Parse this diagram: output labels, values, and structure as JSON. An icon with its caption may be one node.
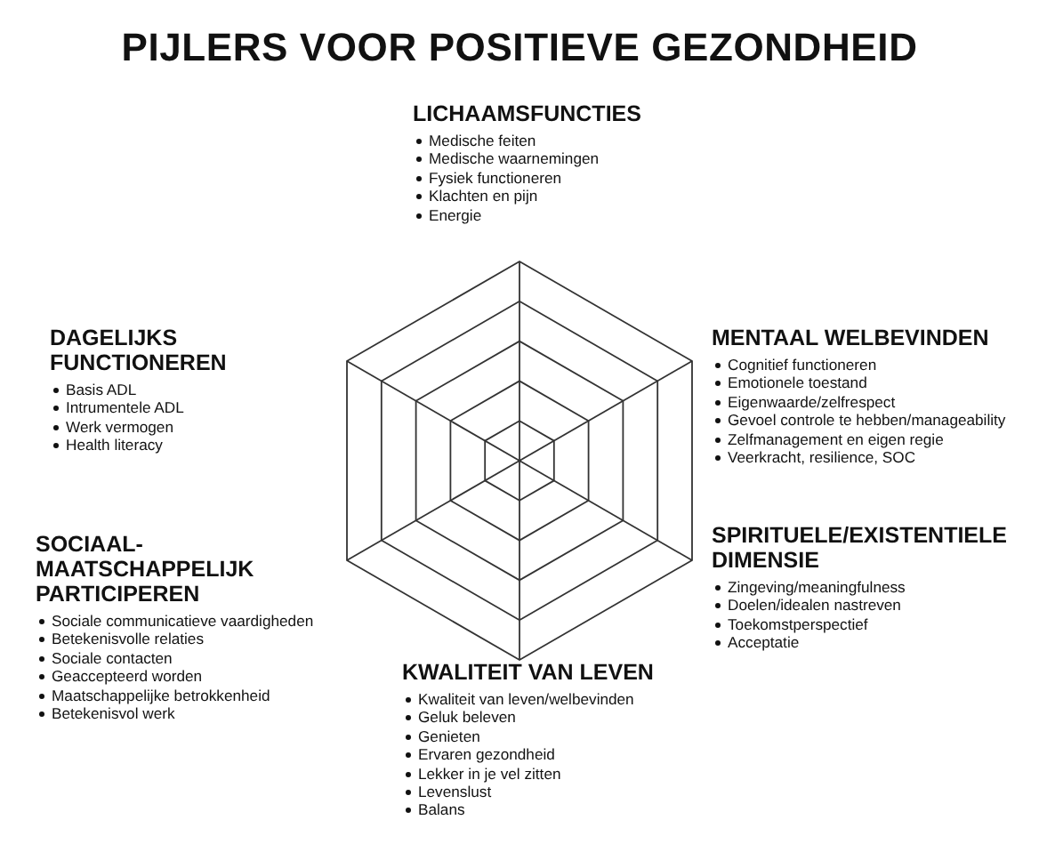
{
  "diagram": {
    "title": "PIJLERS VOOR POSITIEVE GEZONDHEID",
    "labels": [
      "LICHAAMSFUNCTIES",
      "Medische feiten",
      "Medische waarnemingen",
      "Fysiek functioneren",
      "Klachten en pijn",
      "Energie",
      "DAGELIJKS FUNCTIONEREN",
      "Basis ADL",
      "Intrumentele ADL",
      "Werk vermogen",
      "Health literacy",
      "MENTAAL WELBEVINDEN",
      "Cognitief functioneren",
      "Emotionele toestand",
      "Eigenwaarde/zelfrespect",
      "Gevoel controle te hebben/manageability",
      "Zelfmanagement en eigen regie",
      "Veerkracht, resilience, SOC",
      "SOCIAAL- MAATSCHAPPELIJK PARTICIPEREN",
      "Sociale communicatieve vaardigheden",
      "Betekenisvolle relaties",
      "Sociale contacten",
      "Geaccepteerd worden",
      "Maatschappelijke betrokkenheid",
      "Betekenisvol werk",
      "SPIRITUELE/EXISTENTIELE DIMENSIE",
      "Zingeving/meaningfulness",
      "Doelen/idealen nastreven",
      "Toekomstperspectief",
      "Acceptatie",
      "KWALITEIT VAN LEVEN",
      "Kwaliteit van leven/welbevinden",
      "Geluk beleven",
      "Genieten",
      "Ervaren gezondheid",
      "Lekker in je vel zitten",
      "Levenslust",
      "Balans"
    ]
  }
}
